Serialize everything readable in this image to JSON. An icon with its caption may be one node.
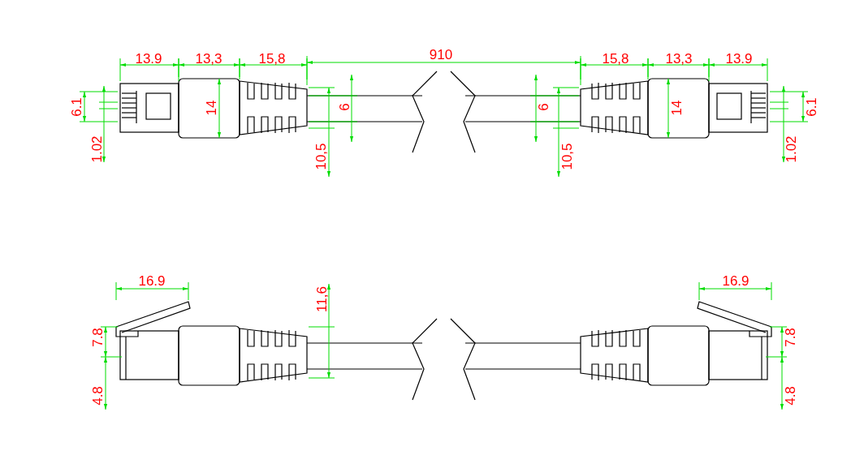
{
  "diagram": {
    "labels": [
      "13.9",
      "13,3",
      "15,8",
      "910",
      "15,8",
      "13,3",
      "13.9",
      "6.1",
      "14",
      "6",
      "6",
      "14",
      "6.1",
      "1.02",
      "10,5",
      "10,5",
      "1.02",
      "16.9",
      "16.9",
      "11,6",
      "7.8",
      "7.8",
      "4.8",
      "4.8"
    ]
  }
}
